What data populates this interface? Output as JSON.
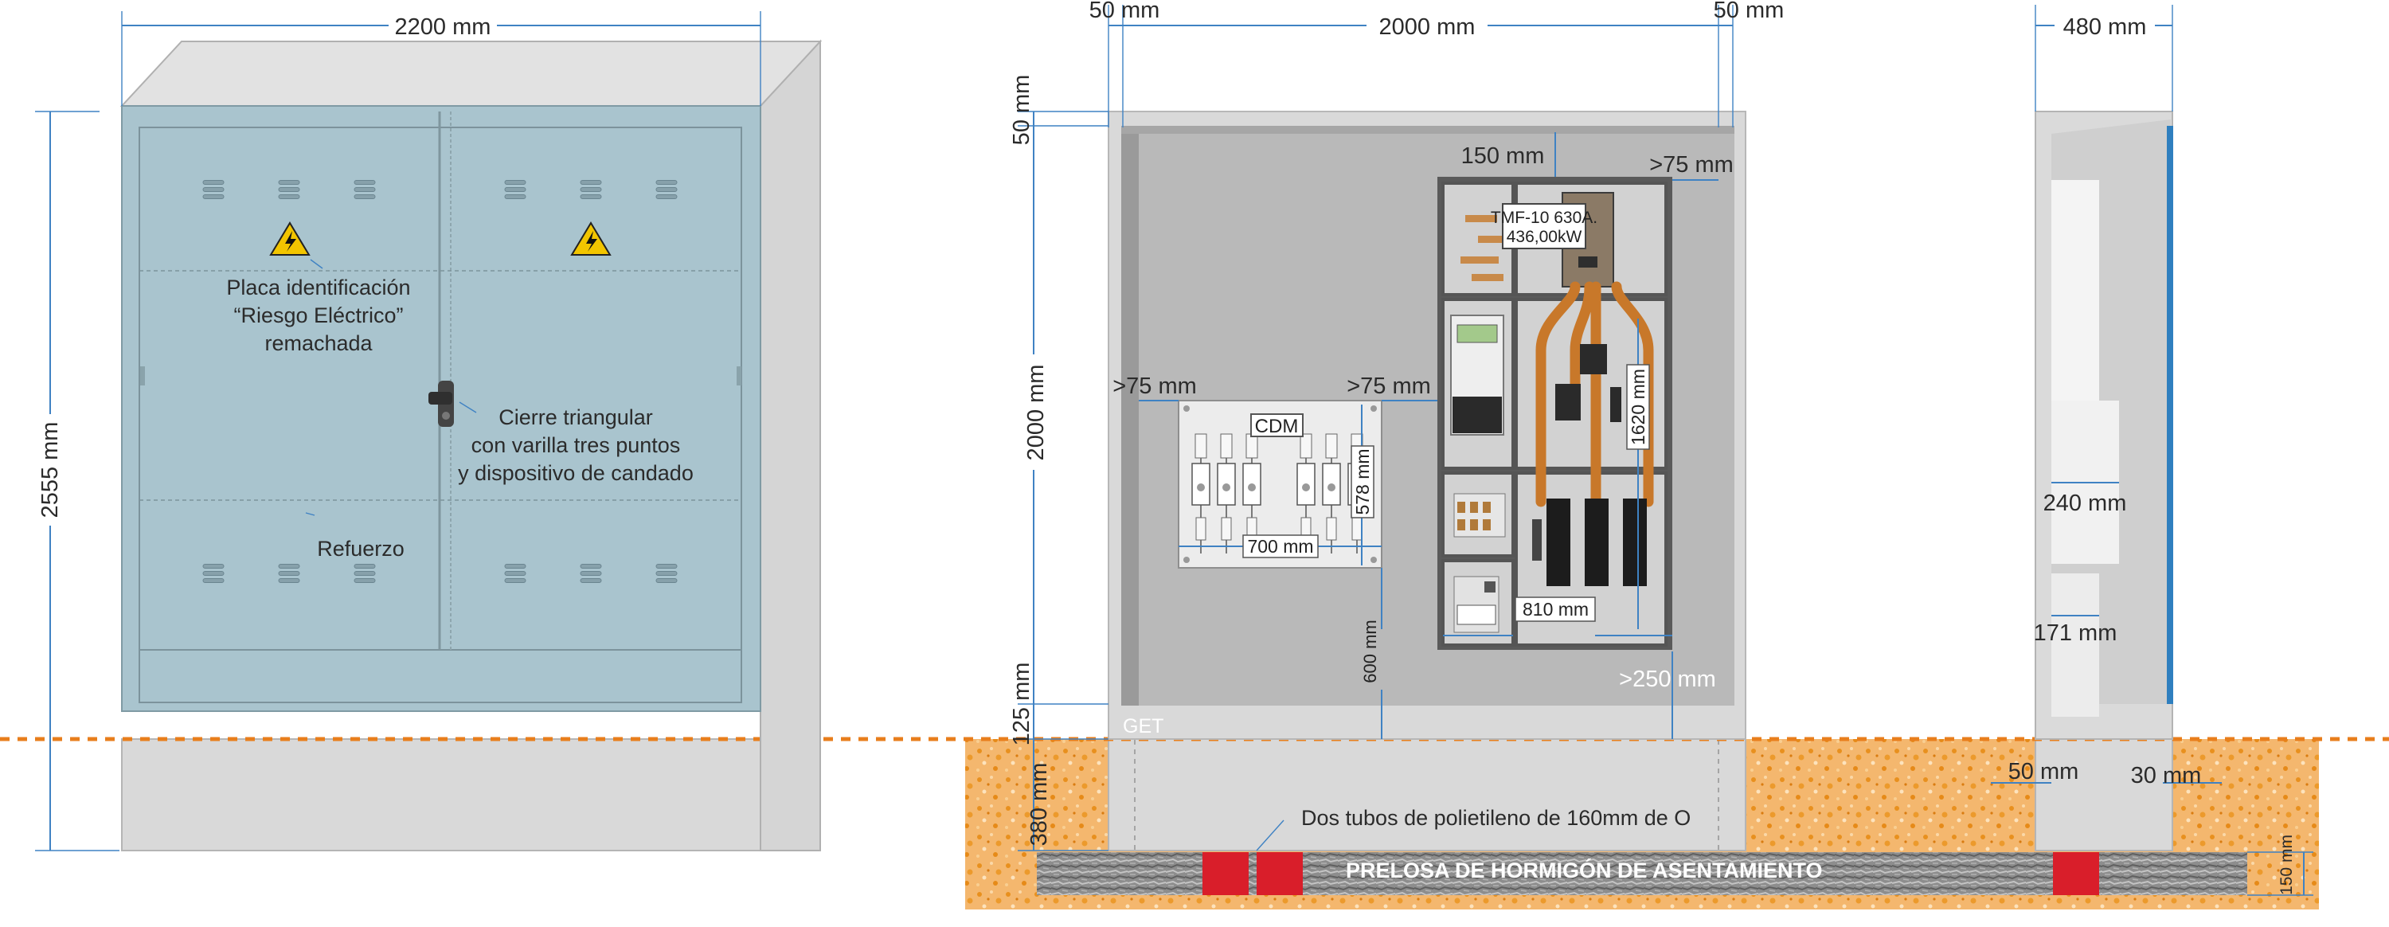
{
  "colors": {
    "panel_blue": "#a9c4ce",
    "concrete": "#d8d8d8",
    "dimension": "#3f82c3",
    "ground_line": "#e87e1c",
    "soil": "#f2b36b",
    "wiring": "#c8782a",
    "tube": "#d91e2a"
  },
  "front_view": {
    "dims": {
      "width": "2200 mm",
      "height": "2555 mm"
    },
    "labels": {
      "plate_l1": "Placa identificación",
      "plate_l2": "“Riesgo Eléctrico”",
      "plate_l3": "remachada",
      "lock_l1": "Cierre triangular",
      "lock_l2": "con varilla tres puntos",
      "lock_l3": "y dispositivo de candado",
      "reinforcement": "Refuerzo",
      "brand": "GET"
    }
  },
  "interior_view": {
    "dims": {
      "left_margin": "50 mm",
      "inner_width": "2000 mm",
      "right_margin": "50 mm",
      "top_margin": "50 mm",
      "inner_height": "2000 mm",
      "plinth": "125 mm",
      "buried": "380 mm",
      "top_gap": "150 mm",
      "right_gap": ">75 mm",
      "cdm_left_gap": ">75 mm",
      "cdm_right_gap": ">75 mm",
      "cdm_height": "578 mm",
      "cdm_width": "700 mm",
      "cdm_floor": "600 mm",
      "module_height": "1620 mm",
      "module_width": "810 mm",
      "module_floor": ">250 mm"
    },
    "labels": {
      "cdm": "CDM",
      "breaker_l1": "TMF-10 630A.",
      "breaker_l2": "436,00kW",
      "brand": "GET",
      "tubes": "Dos tubos de polietileno de 160mm de O",
      "slab": "PRELOSA DE HORMIGÓN DE ASENTAMIENTO"
    }
  },
  "side_view": {
    "dims": {
      "depth": "480 mm",
      "inner_depth": "240 mm",
      "inner_offset": "171 mm",
      "wall_left": "50 mm",
      "wall_right": "30 mm",
      "slab_thickness": "150 mm"
    }
  }
}
